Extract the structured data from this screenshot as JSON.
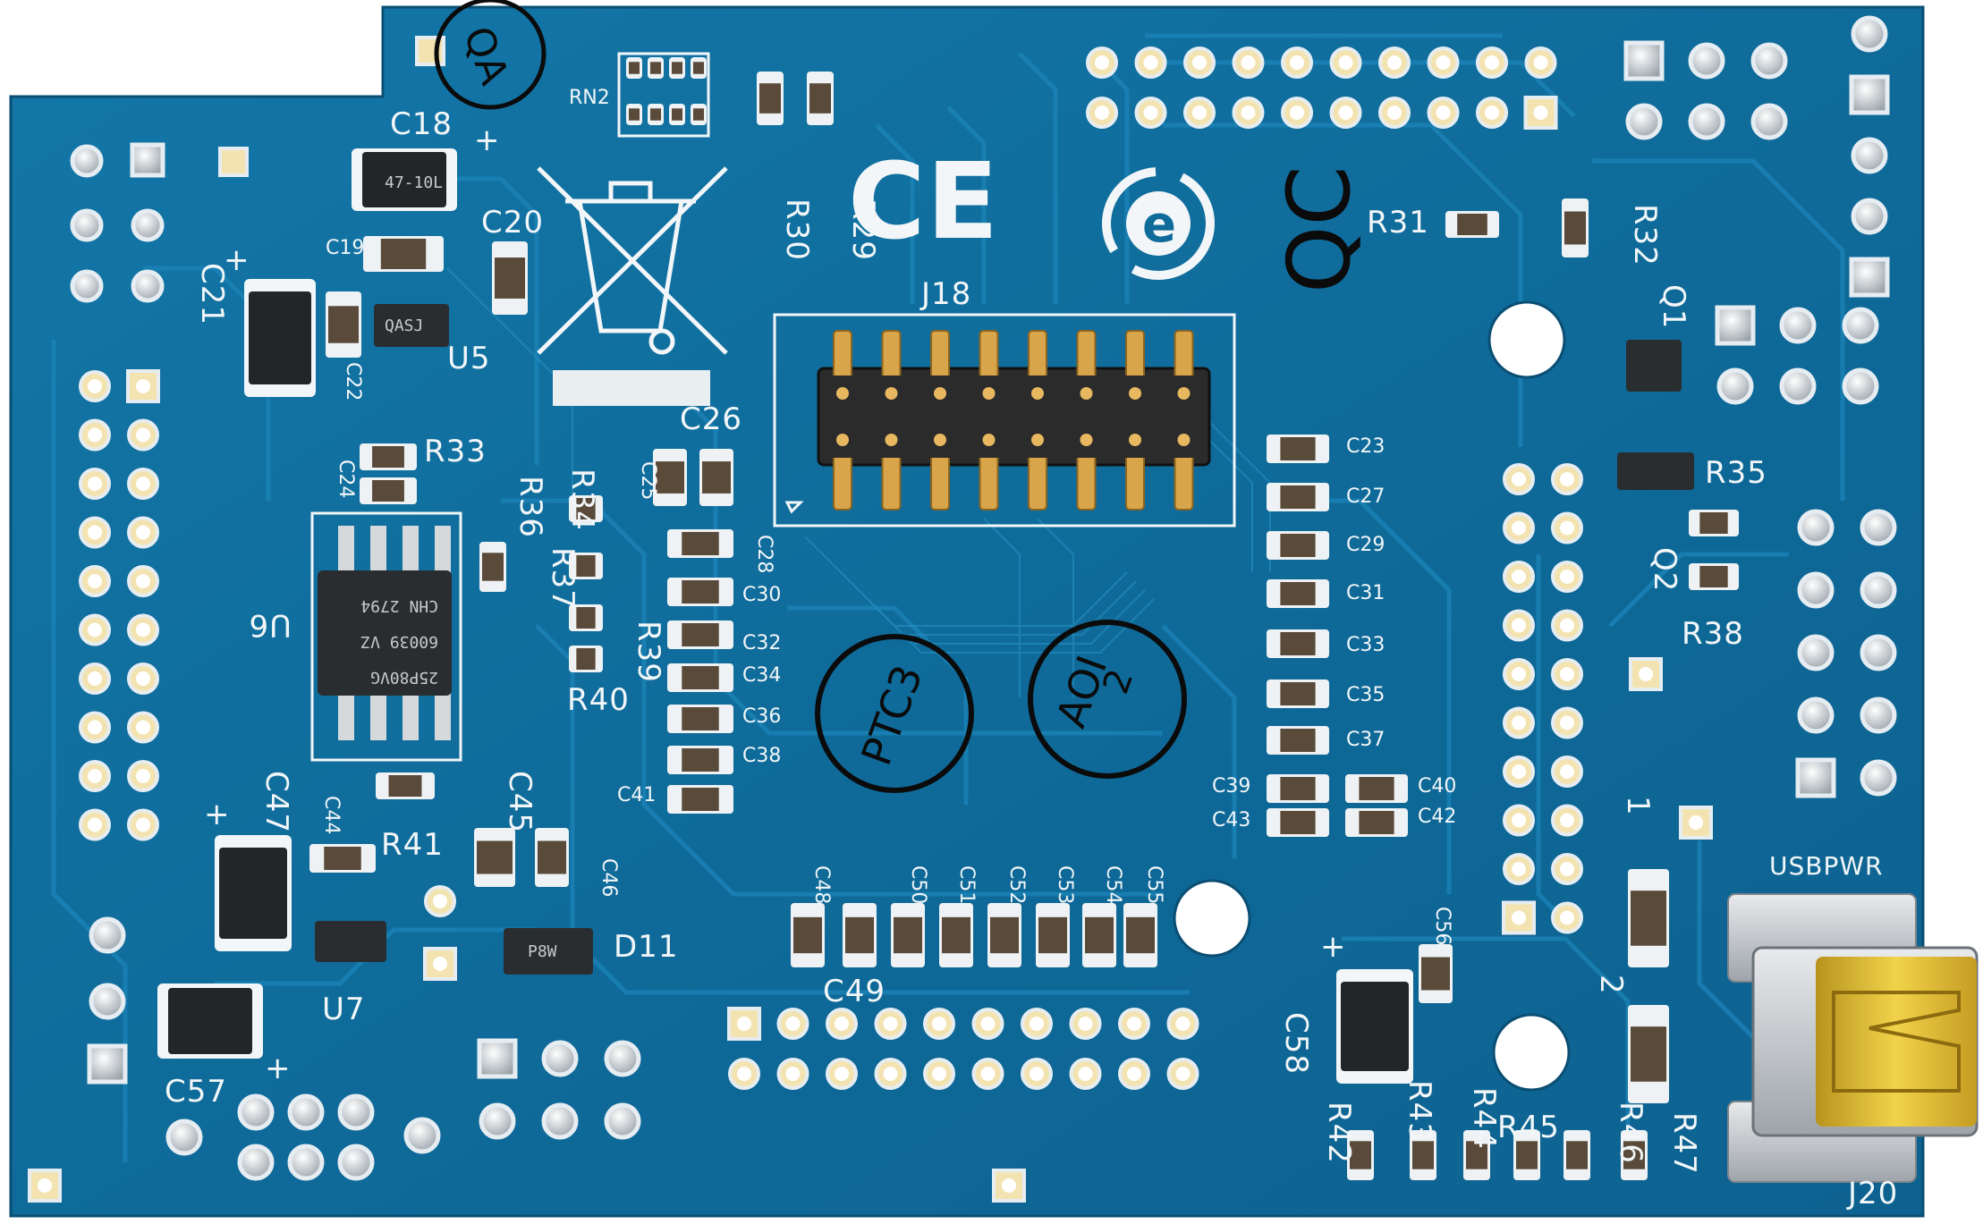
{
  "colors": {
    "board": "#0f6b9a",
    "board_dark": "#0a5278",
    "trace": "#1a7fb0",
    "silkscreen": "#f2f6f8",
    "pad_gold": "#f3e3b0",
    "chip_body": "#2a2d30",
    "header_gold": "#d9a54a",
    "usb_metal": "#c9ccd0",
    "usb_gold": "#e8c23a"
  },
  "marks": {
    "ce": "CE",
    "recycle_e": "e",
    "u5_code": "QASJ"
  },
  "chips": {
    "u6_lines": [
      "CHN 2794",
      "60039 VZ",
      "25P80VG"
    ],
    "c18_code": "47-10L",
    "d11_code": "P8W"
  },
  "ink_stamps": {
    "qa": "QA",
    "ptc3": "PTC3",
    "aoi": "AOI",
    "aoi_num": "2",
    "qc": "QC"
  },
  "labels": {
    "rn2": "RN2",
    "c18": "C18",
    "c19": "C19",
    "c20": "C20",
    "c21": "C21",
    "c22": "C22",
    "u5": "U5",
    "r30": "R30",
    "r29": "R29",
    "j18": "J18",
    "r31": "R31",
    "r32": "R32",
    "q1": "Q1",
    "r35": "R35",
    "q2": "Q2",
    "r38": "R38",
    "c23": "C23",
    "c27": "C27",
    "c29": "C29",
    "c31": "C31",
    "c33": "C33",
    "c35": "C35",
    "c37": "C37",
    "c39": "C39",
    "c40": "C40",
    "c42": "C42",
    "c43": "C43",
    "c24": "C24",
    "r33": "R33",
    "r36": "R36",
    "r34": "R34",
    "r37": "R37",
    "c25": "C25",
    "c26": "C26",
    "c28": "C28",
    "c30": "C30",
    "c32": "C32",
    "c34": "C34",
    "c36": "C36",
    "c38": "C38",
    "c41": "C41",
    "r39": "R39",
    "r40": "R40",
    "u6": "U6",
    "c47": "C47",
    "c44": "C44",
    "r41": "R41",
    "c45": "C45",
    "c46": "C46",
    "d11": "D11",
    "u7": "U7",
    "c57": "C57",
    "c48": "C48",
    "c49": "C49",
    "c50": "C50",
    "c51": "C51",
    "c52": "C52",
    "c53": "C53",
    "c54": "C54",
    "c55": "C55",
    "c56": "C56",
    "c58": "C58",
    "usbpwr": "USBPWR",
    "j20": "J20",
    "r42": "R42",
    "r43": "R43",
    "r44": "R44",
    "r45": "R45",
    "r46": "R46",
    "r47": "R47",
    "jp_1": "1",
    "jp_2": "2",
    "plus": "+"
  }
}
